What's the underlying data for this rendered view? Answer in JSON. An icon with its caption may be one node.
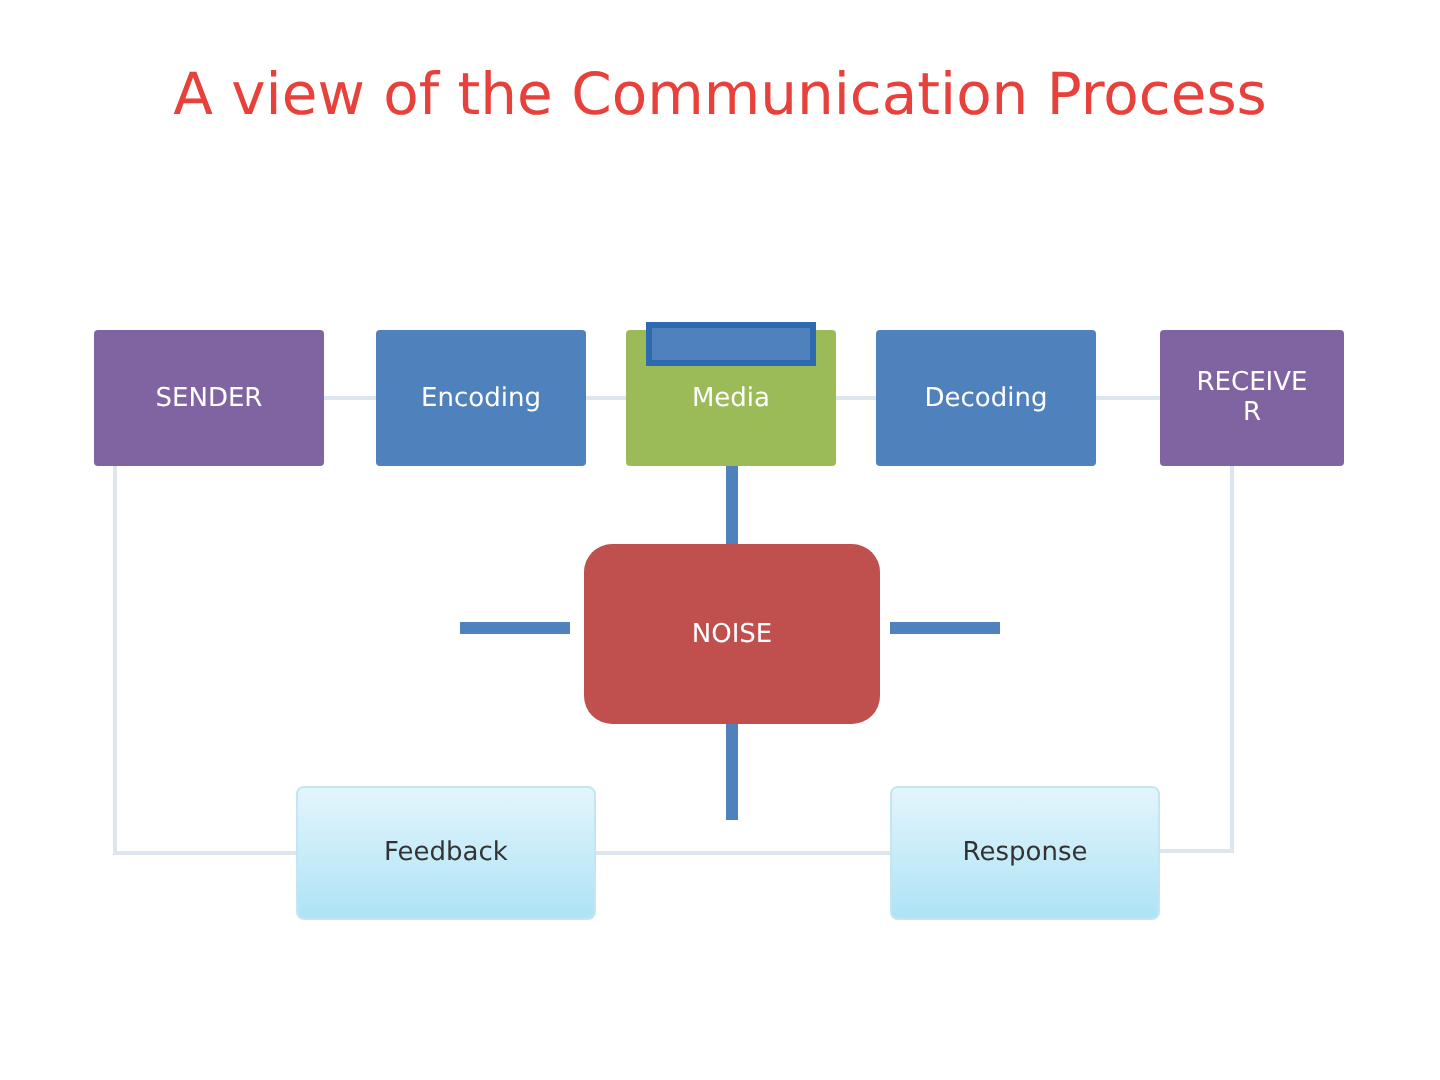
{
  "diagram": {
    "title": "A view of the Communication Process",
    "nodes": [
      {
        "text": [
          "SENDER"
        ]
      },
      {
        "text": [
          "Encoding"
        ]
      },
      {
        "text": [
          "Media"
        ]
      },
      {
        "text": [],
        "shape": "box",
        "in": 2
      },
      {
        "text": [
          "Decoding"
        ]
      },
      {
        "text": [
          "RECEIVER"
        ]
      },
      {
        "text": [
          "NOISE"
        ]
      },
      {
        "text": [
          "Feedback"
        ]
      },
      {
        "text": [
          "Response"
        ]
      }
    ],
    "edges": [
      {
        "from": 0,
        "to": 1,
        "arrow": "none"
      },
      {
        "from": 1,
        "to": 2,
        "arrow": "none"
      },
      {
        "from": 2,
        "to": 4,
        "arrow": "none"
      },
      {
        "from": 4,
        "to": 5,
        "arrow": "none"
      },
      {
        "from": 5,
        "to": 8,
        "arrow": "none"
      },
      {
        "from": 8,
        "to": 7,
        "arrow": "none"
      },
      {
        "from": 7,
        "to": 0,
        "arrow": "none"
      },
      {
        "from": 6,
        "to": 2,
        "arrow": "none",
        "style": "thick",
        "color": "#4f81bd"
      },
      {
        "from": 6,
        "to": null,
        "arrow": "none",
        "style": "thick",
        "color": "#4f81bd"
      },
      {
        "from": 6,
        "to": null,
        "arrow": "none",
        "style": "thick",
        "color": "#4f81bd"
      },
      {
        "from": 6,
        "to": null,
        "arrow": "none",
        "style": "thick",
        "color": "#4f81bd"
      }
    ]
  }
}
